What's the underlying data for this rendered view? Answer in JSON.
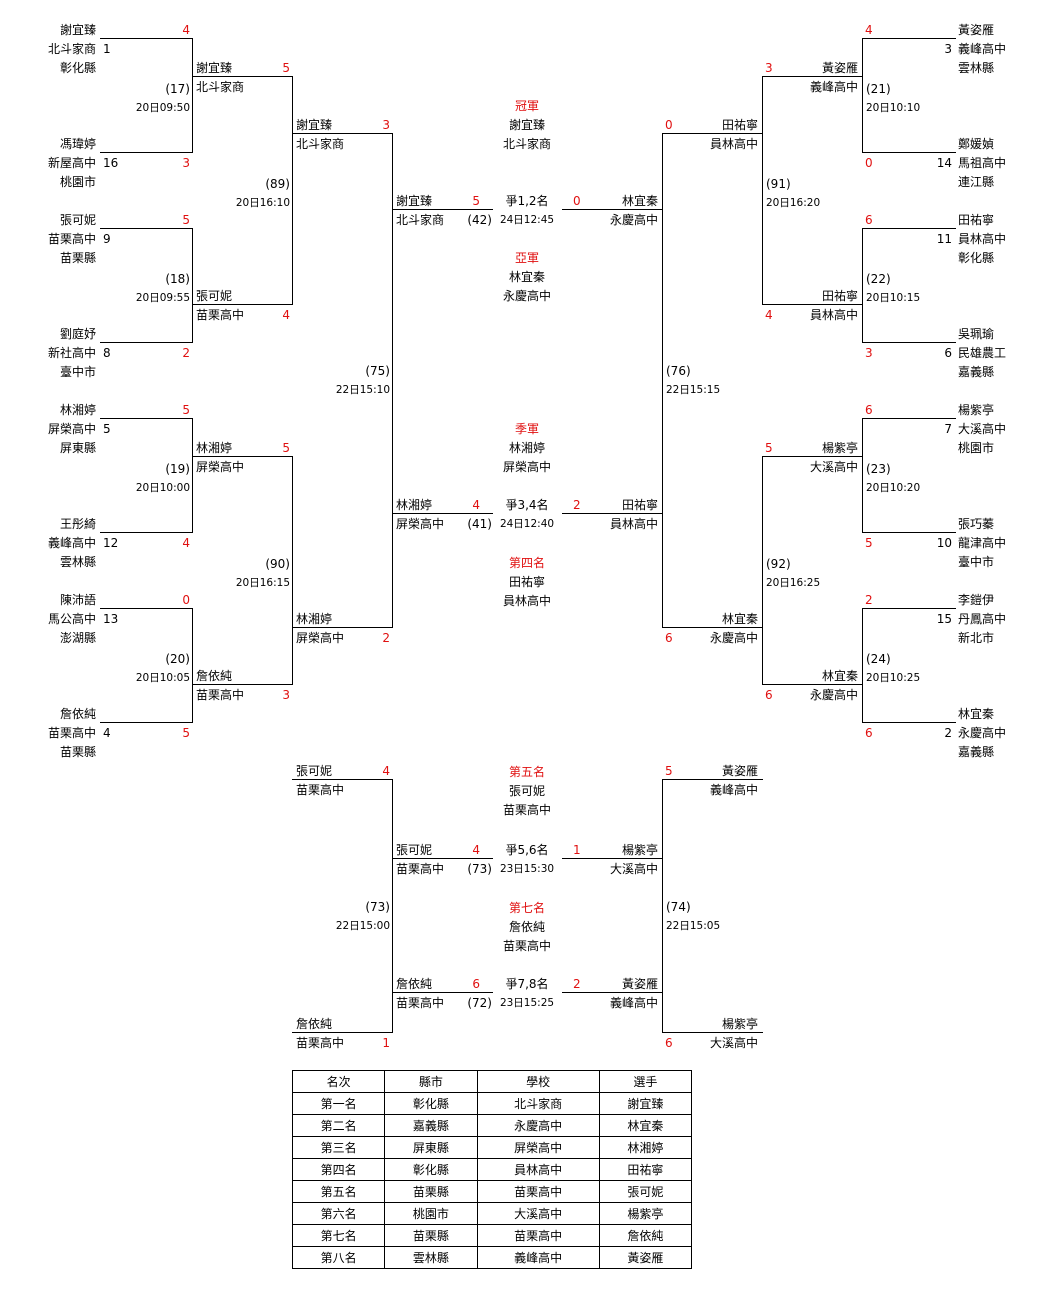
{
  "left_r1": [
    {
      "name": "謝宜臻",
      "school": "北斗家商",
      "county": "彰化縣",
      "seed": "1",
      "score": "4"
    },
    {
      "name": "馮瑋婷",
      "school": "新屋高中",
      "county": "桃園市",
      "seed": "16",
      "score": "3"
    },
    {
      "name": "張可妮",
      "school": "苗栗高中",
      "county": "苗栗縣",
      "seed": "9",
      "score": "5"
    },
    {
      "name": "劉庭妤",
      "school": "新社高中",
      "county": "臺中市",
      "seed": "8",
      "score": "2"
    },
    {
      "name": "林湘婷",
      "school": "屏榮高中",
      "county": "屏東縣",
      "seed": "5",
      "score": "5"
    },
    {
      "name": "王彤綺",
      "school": "義峰高中",
      "county": "雲林縣",
      "seed": "12",
      "score": "4"
    },
    {
      "name": "陳沛語",
      "school": "馬公高中",
      "county": "澎湖縣",
      "seed": "13",
      "score": "0"
    },
    {
      "name": "詹依純",
      "school": "苗栗高中",
      "county": "苗栗縣",
      "seed": "4",
      "score": "5"
    }
  ],
  "right_r1": [
    {
      "name": "黃姿雁",
      "school": "義峰高中",
      "county": "雲林縣",
      "seed": "3",
      "score": "4"
    },
    {
      "name": "鄭媛媜",
      "school": "馬祖高中",
      "county": "連江縣",
      "seed": "14",
      "score": "0"
    },
    {
      "name": "田祐寧",
      "school": "員林高中",
      "county": "彰化縣",
      "seed": "11",
      "score": "6"
    },
    {
      "name": "吳珮瑜",
      "school": "民雄農工",
      "county": "嘉義縣",
      "seed": "6",
      "score": "3"
    },
    {
      "name": "楊紫亭",
      "school": "大溪高中",
      "county": "桃園市",
      "seed": "7",
      "score": "6"
    },
    {
      "name": "張巧蓁",
      "school": "龍津高中",
      "county": "臺中市",
      "seed": "10",
      "score": "5"
    },
    {
      "name": "李鎧伊",
      "school": "丹鳳高中",
      "county": "新北市",
      "seed": "15",
      "score": "2"
    },
    {
      "name": "林宜秦",
      "school": "永慶高中",
      "county": "嘉義縣",
      "seed": "2",
      "score": "6"
    }
  ],
  "left_r1_matches": [
    {
      "no": "(17)",
      "time": "20日09:50"
    },
    {
      "no": "(18)",
      "time": "20日09:55"
    },
    {
      "no": "(19)",
      "time": "20日10:00"
    },
    {
      "no": "(20)",
      "time": "20日10:05"
    }
  ],
  "right_r1_matches": [
    {
      "no": "(21)",
      "time": "20日10:10"
    },
    {
      "no": "(22)",
      "time": "20日10:15"
    },
    {
      "no": "(23)",
      "time": "20日10:20"
    },
    {
      "no": "(24)",
      "time": "20日10:25"
    }
  ],
  "left_r2": [
    {
      "name": "謝宜臻",
      "school": "北斗家商",
      "score": "5"
    },
    {
      "name": "張可妮",
      "school": "苗栗高中",
      "score": "4"
    },
    {
      "name": "林湘婷",
      "school": "屏榮高中",
      "score": "5"
    },
    {
      "name": "詹依純",
      "school": "苗栗高中",
      "score": "3"
    }
  ],
  "right_r2": [
    {
      "name": "黃姿雁",
      "school": "義峰高中",
      "score": "3"
    },
    {
      "name": "田祐寧",
      "school": "員林高中",
      "score": "4"
    },
    {
      "name": "楊紫亭",
      "school": "大溪高中",
      "score": "5"
    },
    {
      "name": "林宜秦",
      "school": "永慶高中",
      "score": "6"
    }
  ],
  "left_r2_matches": [
    {
      "no": "(89)",
      "time": "20日16:10"
    },
    {
      "no": "(90)",
      "time": "20日16:15"
    }
  ],
  "right_r2_matches": [
    {
      "no": "(91)",
      "time": "20日16:20"
    },
    {
      "no": "(92)",
      "time": "20日16:25"
    }
  ],
  "left_r3": [
    {
      "name": "謝宜臻",
      "school": "北斗家商",
      "score": "3"
    },
    {
      "name": "林湘婷",
      "school": "屏榮高中",
      "score": "2"
    }
  ],
  "right_r3": [
    {
      "name": "田祐寧",
      "school": "員林高中",
      "score": "0"
    },
    {
      "name": "林宜秦",
      "school": "永慶高中",
      "score": "6"
    }
  ],
  "semis": {
    "left": {
      "no": "(75)",
      "time": "22日15:10"
    },
    "right": {
      "no": "(76)",
      "time": "22日15:15"
    }
  },
  "final": {
    "left": {
      "name": "謝宜臻",
      "school": "北斗家商",
      "score": "5"
    },
    "right": {
      "name": "林宜秦",
      "school": "永慶高中",
      "score": "0"
    },
    "label": "爭1,2名",
    "no": "(42)",
    "time": "24日12:45"
  },
  "third": {
    "left": {
      "name": "林湘婷",
      "school": "屏榮高中",
      "score": "4"
    },
    "right": {
      "name": "田祐寧",
      "school": "員林高中",
      "score": "2"
    },
    "label": "爭3,4名",
    "no": "(41)",
    "time": "24日12:40"
  },
  "placings": {
    "champion": {
      "title": "冠軍",
      "name": "謝宜臻",
      "school": "北斗家商"
    },
    "runner_up": {
      "title": "亞軍",
      "name": "林宜秦",
      "school": "永慶高中"
    },
    "third": {
      "title": "季軍",
      "name": "林湘婷",
      "school": "屏榮高中"
    },
    "fourth": {
      "title": "第四名",
      "name": "田祐寧",
      "school": "員林高中"
    },
    "fifth": {
      "title": "第五名",
      "name": "張可妮",
      "school": "苗栗高中"
    },
    "seventh": {
      "title": "第七名",
      "name": "詹依純",
      "school": "苗栗高中"
    }
  },
  "consolation": {
    "left_entries": [
      {
        "name": "張可妮",
        "school": "苗栗高中",
        "score": "4"
      },
      {
        "name": "詹依純",
        "school": "苗栗高中",
        "score": "1"
      }
    ],
    "right_entries": [
      {
        "name": "黃姿雁",
        "school": "義峰高中",
        "score": "5"
      },
      {
        "name": "楊紫亭",
        "school": "大溪高中",
        "score": "6"
      }
    ],
    "left_match": {
      "no": "(73)",
      "time": "22日15:00"
    },
    "right_match": {
      "no": "(74)",
      "time": "22日15:05"
    },
    "fifth_match": {
      "left": {
        "name": "張可妮",
        "school": "苗栗高中",
        "score": "4"
      },
      "right": {
        "name": "楊紫亭",
        "school": "大溪高中",
        "score": "1"
      },
      "label": "爭5,6名",
      "no": "(73)",
      "time": "23日15:30"
    },
    "seventh_match": {
      "left": {
        "name": "詹依純",
        "school": "苗栗高中",
        "score": "6"
      },
      "right": {
        "name": "黃姿雁",
        "school": "義峰高中",
        "score": "2"
      },
      "label": "爭7,8名",
      "no": "(72)",
      "time": "23日15:25"
    }
  },
  "results_table": {
    "headers": [
      "名次",
      "縣市",
      "學校",
      "選手"
    ],
    "rows": [
      [
        "第一名",
        "彰化縣",
        "北斗家商",
        "謝宜臻"
      ],
      [
        "第二名",
        "嘉義縣",
        "永慶高中",
        "林宜秦"
      ],
      [
        "第三名",
        "屏東縣",
        "屏榮高中",
        "林湘婷"
      ],
      [
        "第四名",
        "彰化縣",
        "員林高中",
        "田祐寧"
      ],
      [
        "第五名",
        "苗栗縣",
        "苗栗高中",
        "張可妮"
      ],
      [
        "第六名",
        "桃園市",
        "大溪高中",
        "楊紫亭"
      ],
      [
        "第七名",
        "苗栗縣",
        "苗栗高中",
        "詹依純"
      ],
      [
        "第八名",
        "雲林縣",
        "義峰高中",
        "黃姿雁"
      ]
    ]
  },
  "colors": {
    "score": "#e01010",
    "placing_title": "#e01010",
    "line": "#000000"
  }
}
